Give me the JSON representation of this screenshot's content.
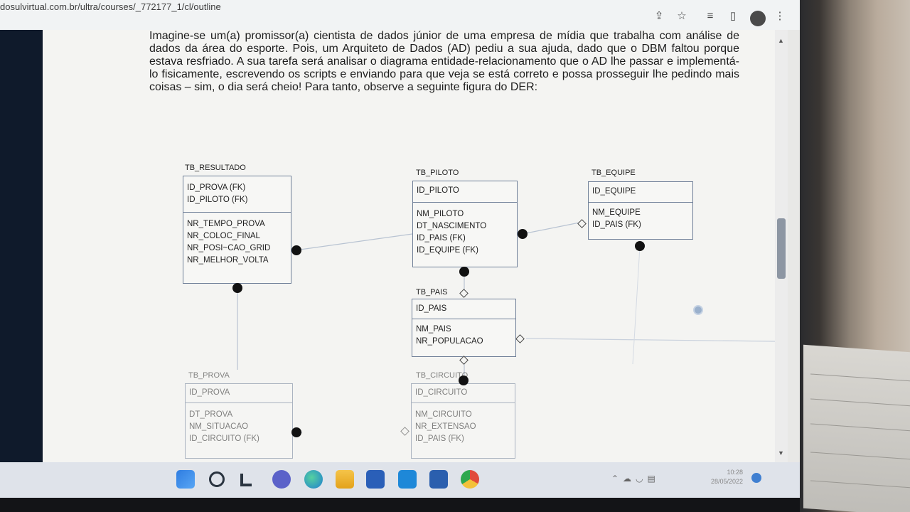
{
  "browser": {
    "url": "dosulvirtual.com.br/ultra/courses/_772177_1/cl/outline",
    "toolbar_icons": [
      "share-icon",
      "star-icon",
      "reading-list-icon",
      "sidebar-icon",
      "profile-avatar",
      "menu-icon"
    ]
  },
  "document": {
    "paragraph": "Imagine-se um(a) promissor(a) cientista de dados júnior de uma empresa de mídia que trabalha com análise de dados da área do esporte. Pois, um Arquiteto de Dados (AD) pediu a sua ajuda, dado que o DBM faltou porque estava resfriado. A sua tarefa será analisar o diagrama entidade-relacionamento que o AD lhe passar e implementá-lo fisicamente, escrevendo os scripts e enviando para que veja se está correto e possa prosseguir lhe pedindo mais coisas – sim, o dia será cheio! Para tanto, observe a seguinte figura do DER:"
  },
  "diagram": {
    "tb_resultado": {
      "name": "TB_RESULTADO",
      "pk": [
        "ID_PROVA (FK)",
        "ID_PILOTO (FK)"
      ],
      "attrs": [
        "NR_TEMPO_PROVA",
        "NR_COLOC_FINAL",
        "NR_POSI~CAO_GRID",
        "NR_MELHOR_VOLTA"
      ]
    },
    "tb_piloto": {
      "name": "TB_PILOTO",
      "pk": [
        "ID_PILOTO"
      ],
      "attrs": [
        "NM_PILOTO",
        "DT_NASCIMENTO",
        "ID_PAIS (FK)",
        "ID_EQUIPE (FK)"
      ]
    },
    "tb_equipe": {
      "name": "TB_EQUIPE",
      "pk": [
        "ID_EQUIPE"
      ],
      "attrs": [
        "NM_EQUIPE",
        "ID_PAIS (FK)"
      ]
    },
    "tb_pais": {
      "name": "TB_PAIS",
      "pk": [
        "ID_PAIS"
      ],
      "attrs": [
        "NM_PAIS",
        "NR_POPULACAO"
      ]
    },
    "tb_prova": {
      "name": "TB_PROVA",
      "pk": [
        "ID_PROVA"
      ],
      "attrs": [
        "DT_PROVA",
        "NM_SITUACAO",
        "ID_CIRCUITO (FK)"
      ]
    },
    "tb_circuito": {
      "name": "TB_CIRCUITO",
      "pk": [
        "ID_CIRCUITO"
      ],
      "attrs": [
        "NM_CIRCUITO",
        "NR_EXTENSAO",
        "ID_PAIS (FK)"
      ]
    }
  },
  "taskbar": {
    "icons": [
      "windows-start-icon",
      "search-icon",
      "widgets-icon",
      "chat-icon",
      "edge-icon",
      "file-explorer-icon",
      "store-icon",
      "mail-icon",
      "word-icon",
      "chrome-icon"
    ],
    "clock_time": "10:28",
    "clock_date": "28/05/2022"
  },
  "colors": {
    "entity_border": "#6f7f98",
    "taskbar_bg": "#dfe3ea",
    "left_strip": "#0f1a2b"
  }
}
